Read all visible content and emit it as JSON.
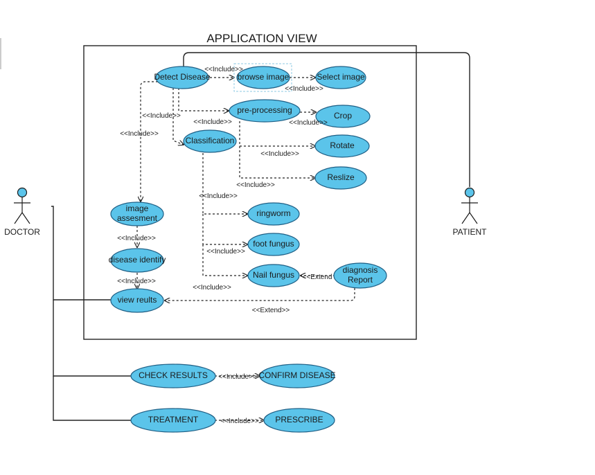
{
  "title": "APPLICATION VIEW",
  "actors": {
    "doctor": "DOCTOR",
    "patient": "PATIENT"
  },
  "use_cases": {
    "detect_disease": "Detect Disease",
    "browse_image": "browse image",
    "select_image": "Select image",
    "pre_processing": "pre-processing",
    "crop": "Crop",
    "rotate": "Rotate",
    "resize": "Reslize",
    "classification": "Classification",
    "ringworm": "ringworm",
    "foot_fungus": "foot fungus",
    "nail_fungus": "Nail fungus",
    "diagnosis_report_line1": "diagnosis",
    "diagnosis_report_line2": "Report",
    "image_assessment_line1": "image",
    "image_assessment_line2": "assesment",
    "disease_identify": "disease identify",
    "view_results": "view reults",
    "check_results": "CHECK RESULTS",
    "confirm_disease": "CONFIRM DISEASE",
    "treatment": "TREATMENT",
    "prescribe": "PRESCRIBE"
  },
  "stereotypes": {
    "include": "<<Include>>",
    "extend": "<<Extend>>",
    "extend_short": "<<Extend"
  }
}
